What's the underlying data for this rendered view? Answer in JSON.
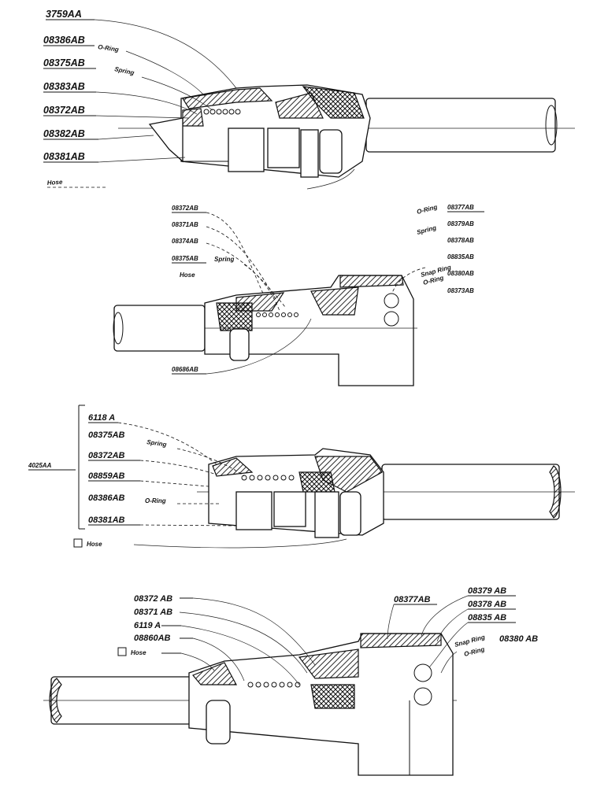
{
  "diagram1": {
    "labels": [
      "3759AA",
      "08386AB",
      "08375AB",
      "08383AB",
      "08372AB",
      "08382AB",
      "08381AB"
    ],
    "o_ring": "O-Ring",
    "spring": "Spring",
    "hose": "Hose"
  },
  "diagram2": {
    "left_labels": [
      "08372AB",
      "08371AB",
      "08374AB",
      "08375AB"
    ],
    "left_spring": "Spring",
    "left_hose": "Hose",
    "right_labels": [
      "08377AB",
      "08379AB",
      "08378AB",
      "08835AB",
      "08380AB",
      "08373AB"
    ],
    "right_tags": [
      "O-Ring",
      "Spring",
      "Snap Ring",
      "O-Ring"
    ],
    "bottom_label": "08686AB"
  },
  "diagram3": {
    "group_label": "4025AA",
    "labels": [
      "6118 A",
      "08375AB",
      "08372AB",
      "08859AB",
      "08386AB",
      "08381AB"
    ],
    "spring": "Spring",
    "o_ring": "O-Ring",
    "hose": "Hose"
  },
  "diagram4": {
    "left_labels": [
      "08372 AB",
      "08371 AB",
      "6119 A",
      "08860AB"
    ],
    "hose": "Hose",
    "label_08377": "08377AB",
    "right_labels": [
      "08379 AB",
      "08378 AB",
      "08835 AB",
      "08380 AB"
    ],
    "snap_ring": "Snap Ring",
    "o_ring": "O-Ring"
  }
}
